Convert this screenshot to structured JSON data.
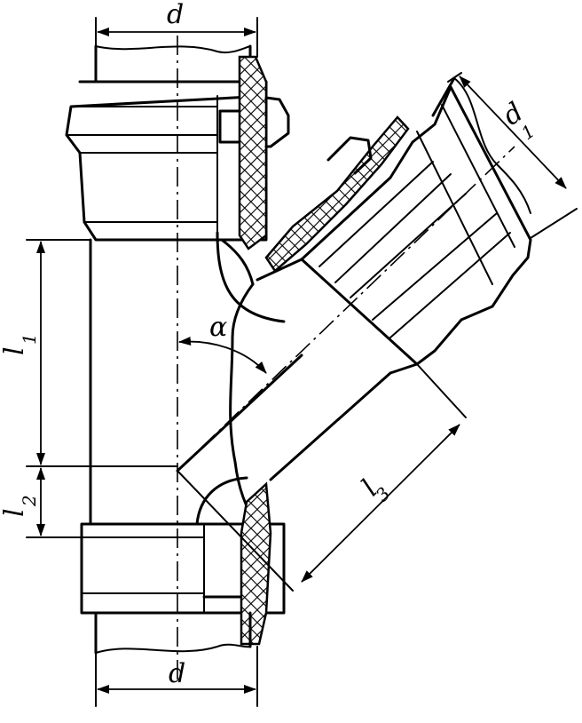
{
  "labels": {
    "top_diameter": "d",
    "bottom_diameter": "d",
    "branch_diameter": "d",
    "branch_diameter_sub": "1",
    "angle": "α",
    "length1": "l",
    "length1_sub": "1",
    "length2": "l",
    "length2_sub": "2",
    "length3": "l",
    "length3_sub": "3"
  }
}
